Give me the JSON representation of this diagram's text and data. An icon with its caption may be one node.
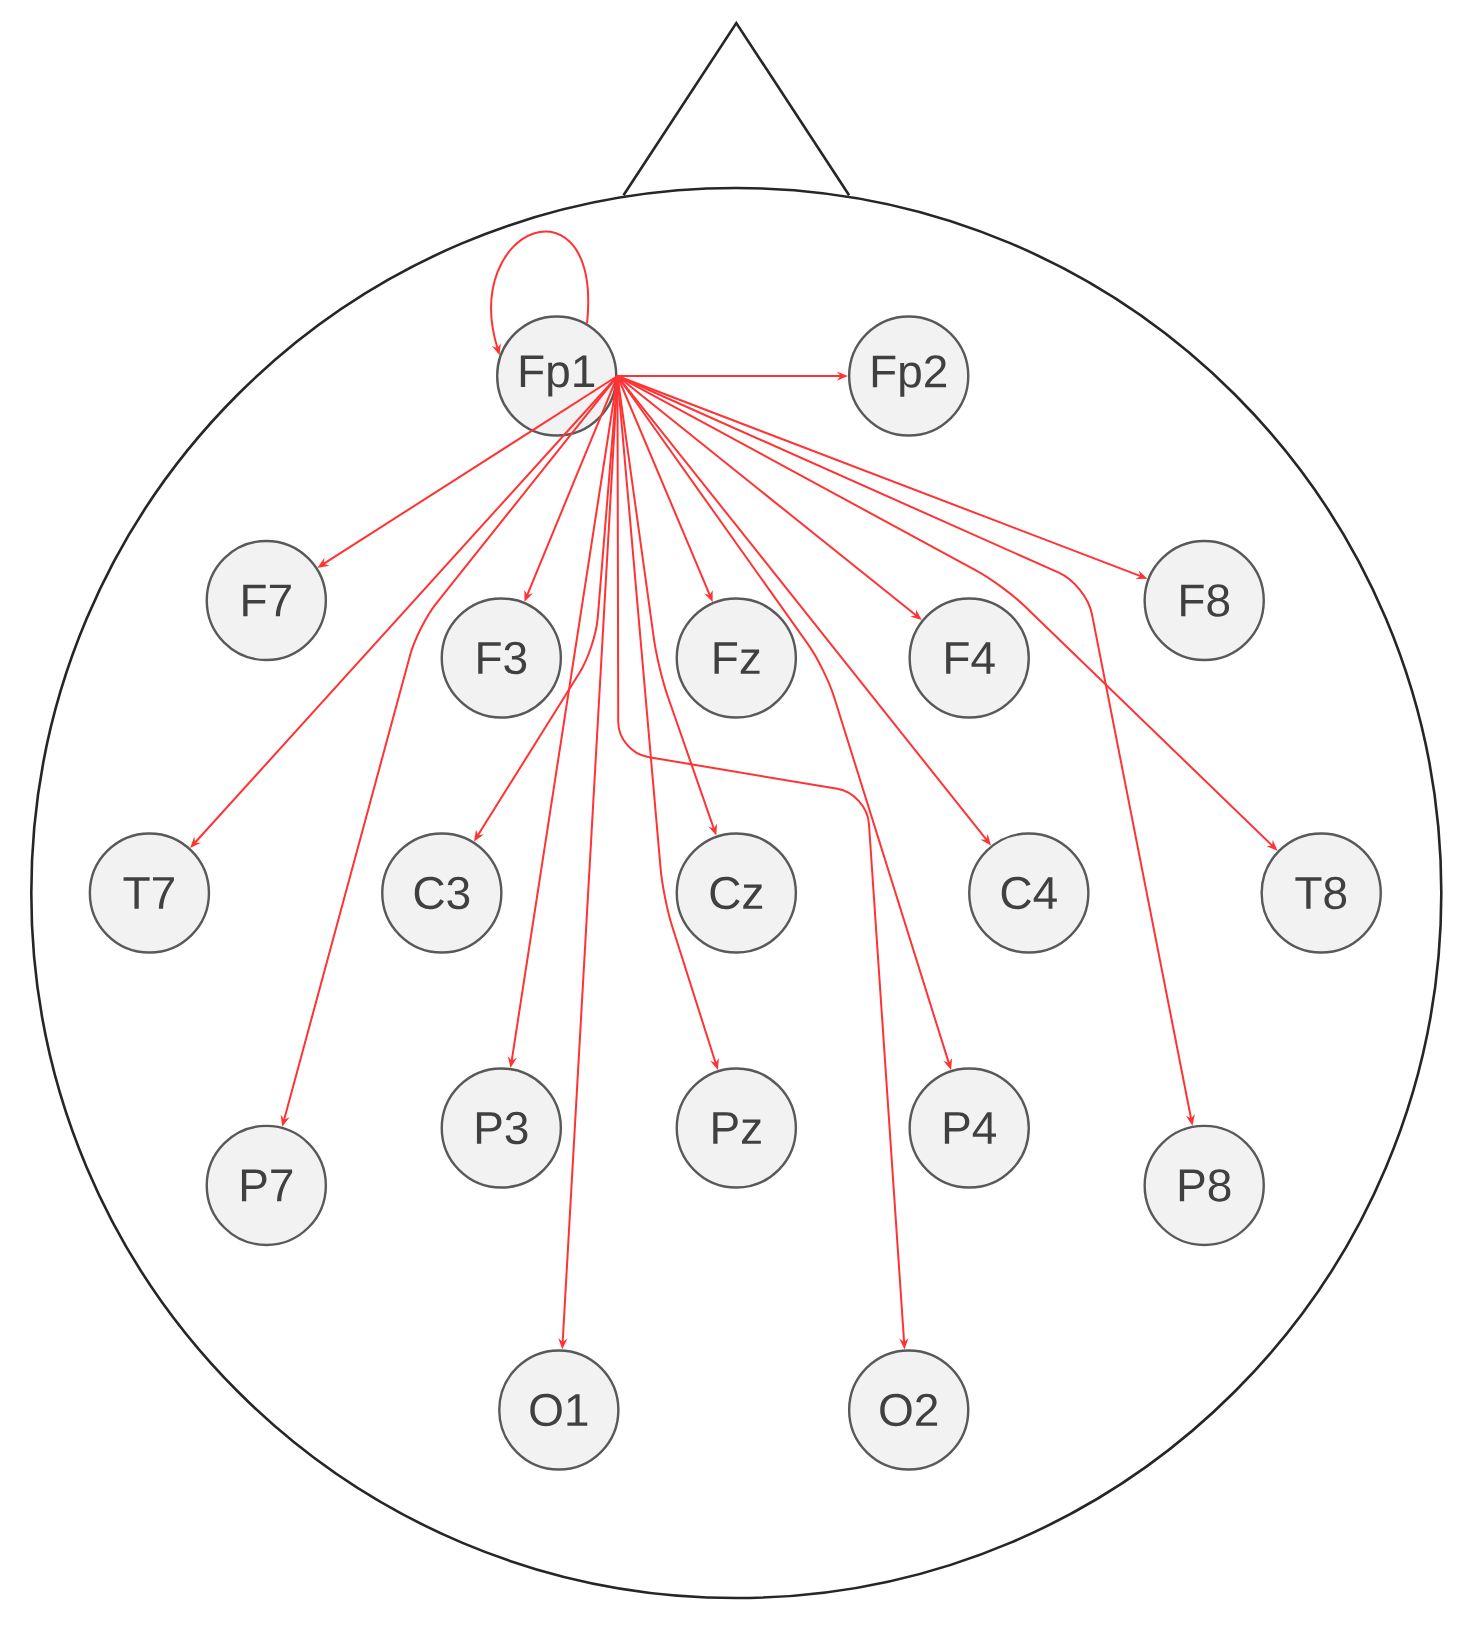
{
  "diagram": {
    "nodes": [
      {
        "text": [
          "Fp1"
        ]
      },
      {
        "text": [
          "Fp2"
        ]
      },
      {
        "text": [
          "F7"
        ]
      },
      {
        "text": [
          "F3"
        ]
      },
      {
        "text": [
          "Fz"
        ]
      },
      {
        "text": [
          "F4"
        ]
      },
      {
        "text": [
          "F8"
        ]
      },
      {
        "text": [
          "T7"
        ]
      },
      {
        "text": [
          "C3"
        ]
      },
      {
        "text": [
          "Cz"
        ]
      },
      {
        "text": [
          "C4"
        ]
      },
      {
        "text": [
          "T8"
        ]
      },
      {
        "text": [
          "P7"
        ]
      },
      {
        "text": [
          "P3"
        ]
      },
      {
        "text": [
          "Pz"
        ]
      },
      {
        "text": [
          "P4"
        ]
      },
      {
        "text": [
          "P8"
        ]
      },
      {
        "text": [
          "O1"
        ]
      },
      {
        "text": [
          "O2"
        ]
      }
    ],
    "edges": [
      {
        "from": 0,
        "to": 0,
        "arrow": "to"
      },
      {
        "from": 0,
        "to": 1,
        "arrow": "to"
      },
      {
        "from": 0,
        "to": 2,
        "arrow": "to"
      },
      {
        "from": 0,
        "to": 3,
        "arrow": "to"
      },
      {
        "from": 0,
        "to": 4,
        "arrow": "to"
      },
      {
        "from": 0,
        "to": 5,
        "arrow": "to"
      },
      {
        "from": 0,
        "to": 6,
        "arrow": "to"
      },
      {
        "from": 0,
        "to": 7,
        "arrow": "to"
      },
      {
        "from": 0,
        "to": 8,
        "arrow": "to"
      },
      {
        "from": 0,
        "to": 9,
        "arrow": "to"
      },
      {
        "from": 0,
        "to": 10,
        "arrow": "to"
      },
      {
        "from": 0,
        "to": 11,
        "arrow": "to"
      },
      {
        "from": 0,
        "to": 12,
        "arrow": "to"
      },
      {
        "from": 0,
        "to": 13,
        "arrow": "to"
      },
      {
        "from": 0,
        "to": 14,
        "arrow": "to"
      },
      {
        "from": 0,
        "to": 15,
        "arrow": "to"
      },
      {
        "from": 0,
        "to": 16,
        "arrow": "to"
      },
      {
        "from": 0,
        "to": 17,
        "arrow": "to"
      },
      {
        "from": 0,
        "to": 18,
        "arrow": "to"
      }
    ]
  }
}
